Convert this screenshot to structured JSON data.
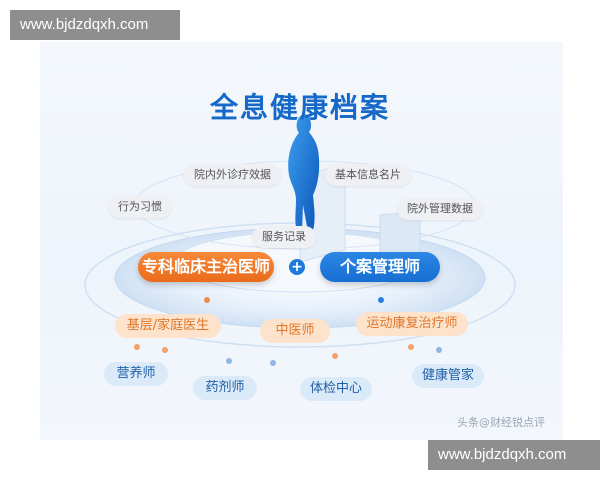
{
  "watermark": {
    "top": "www.bjdzdqxh.com",
    "bottom": "www.bjdzdqxh.com"
  },
  "title": "全息健康档案",
  "outer_labels": {
    "hospital_treatment": "院内外诊疗效据",
    "basic_info": "基本信息名片",
    "behavior": "行为习惯",
    "outside_management": "院外管理数据",
    "service_record": "服务记录"
  },
  "main_roles": {
    "specialist": "专科临床主治医师",
    "plus": "+",
    "case_manager": "个案管理师"
  },
  "middle_ring": {
    "primary_doctor": "基层/家庭医生",
    "tcm": "中医师",
    "rehab": "运动康复治疗师"
  },
  "bottom_ring": {
    "nutritionist": "营养师",
    "pharmacist": "药剂师",
    "checkup_center": "体检中心",
    "health_steward": "健康管家"
  },
  "credit": "头条@财经锐点评",
  "colors": {
    "title": "#1669c9",
    "orange": "#ea6b1a",
    "blue": "#166fd2",
    "mid_pill_bg": "#fde3cc",
    "bot_pill_bg": "#dbeaf9"
  }
}
